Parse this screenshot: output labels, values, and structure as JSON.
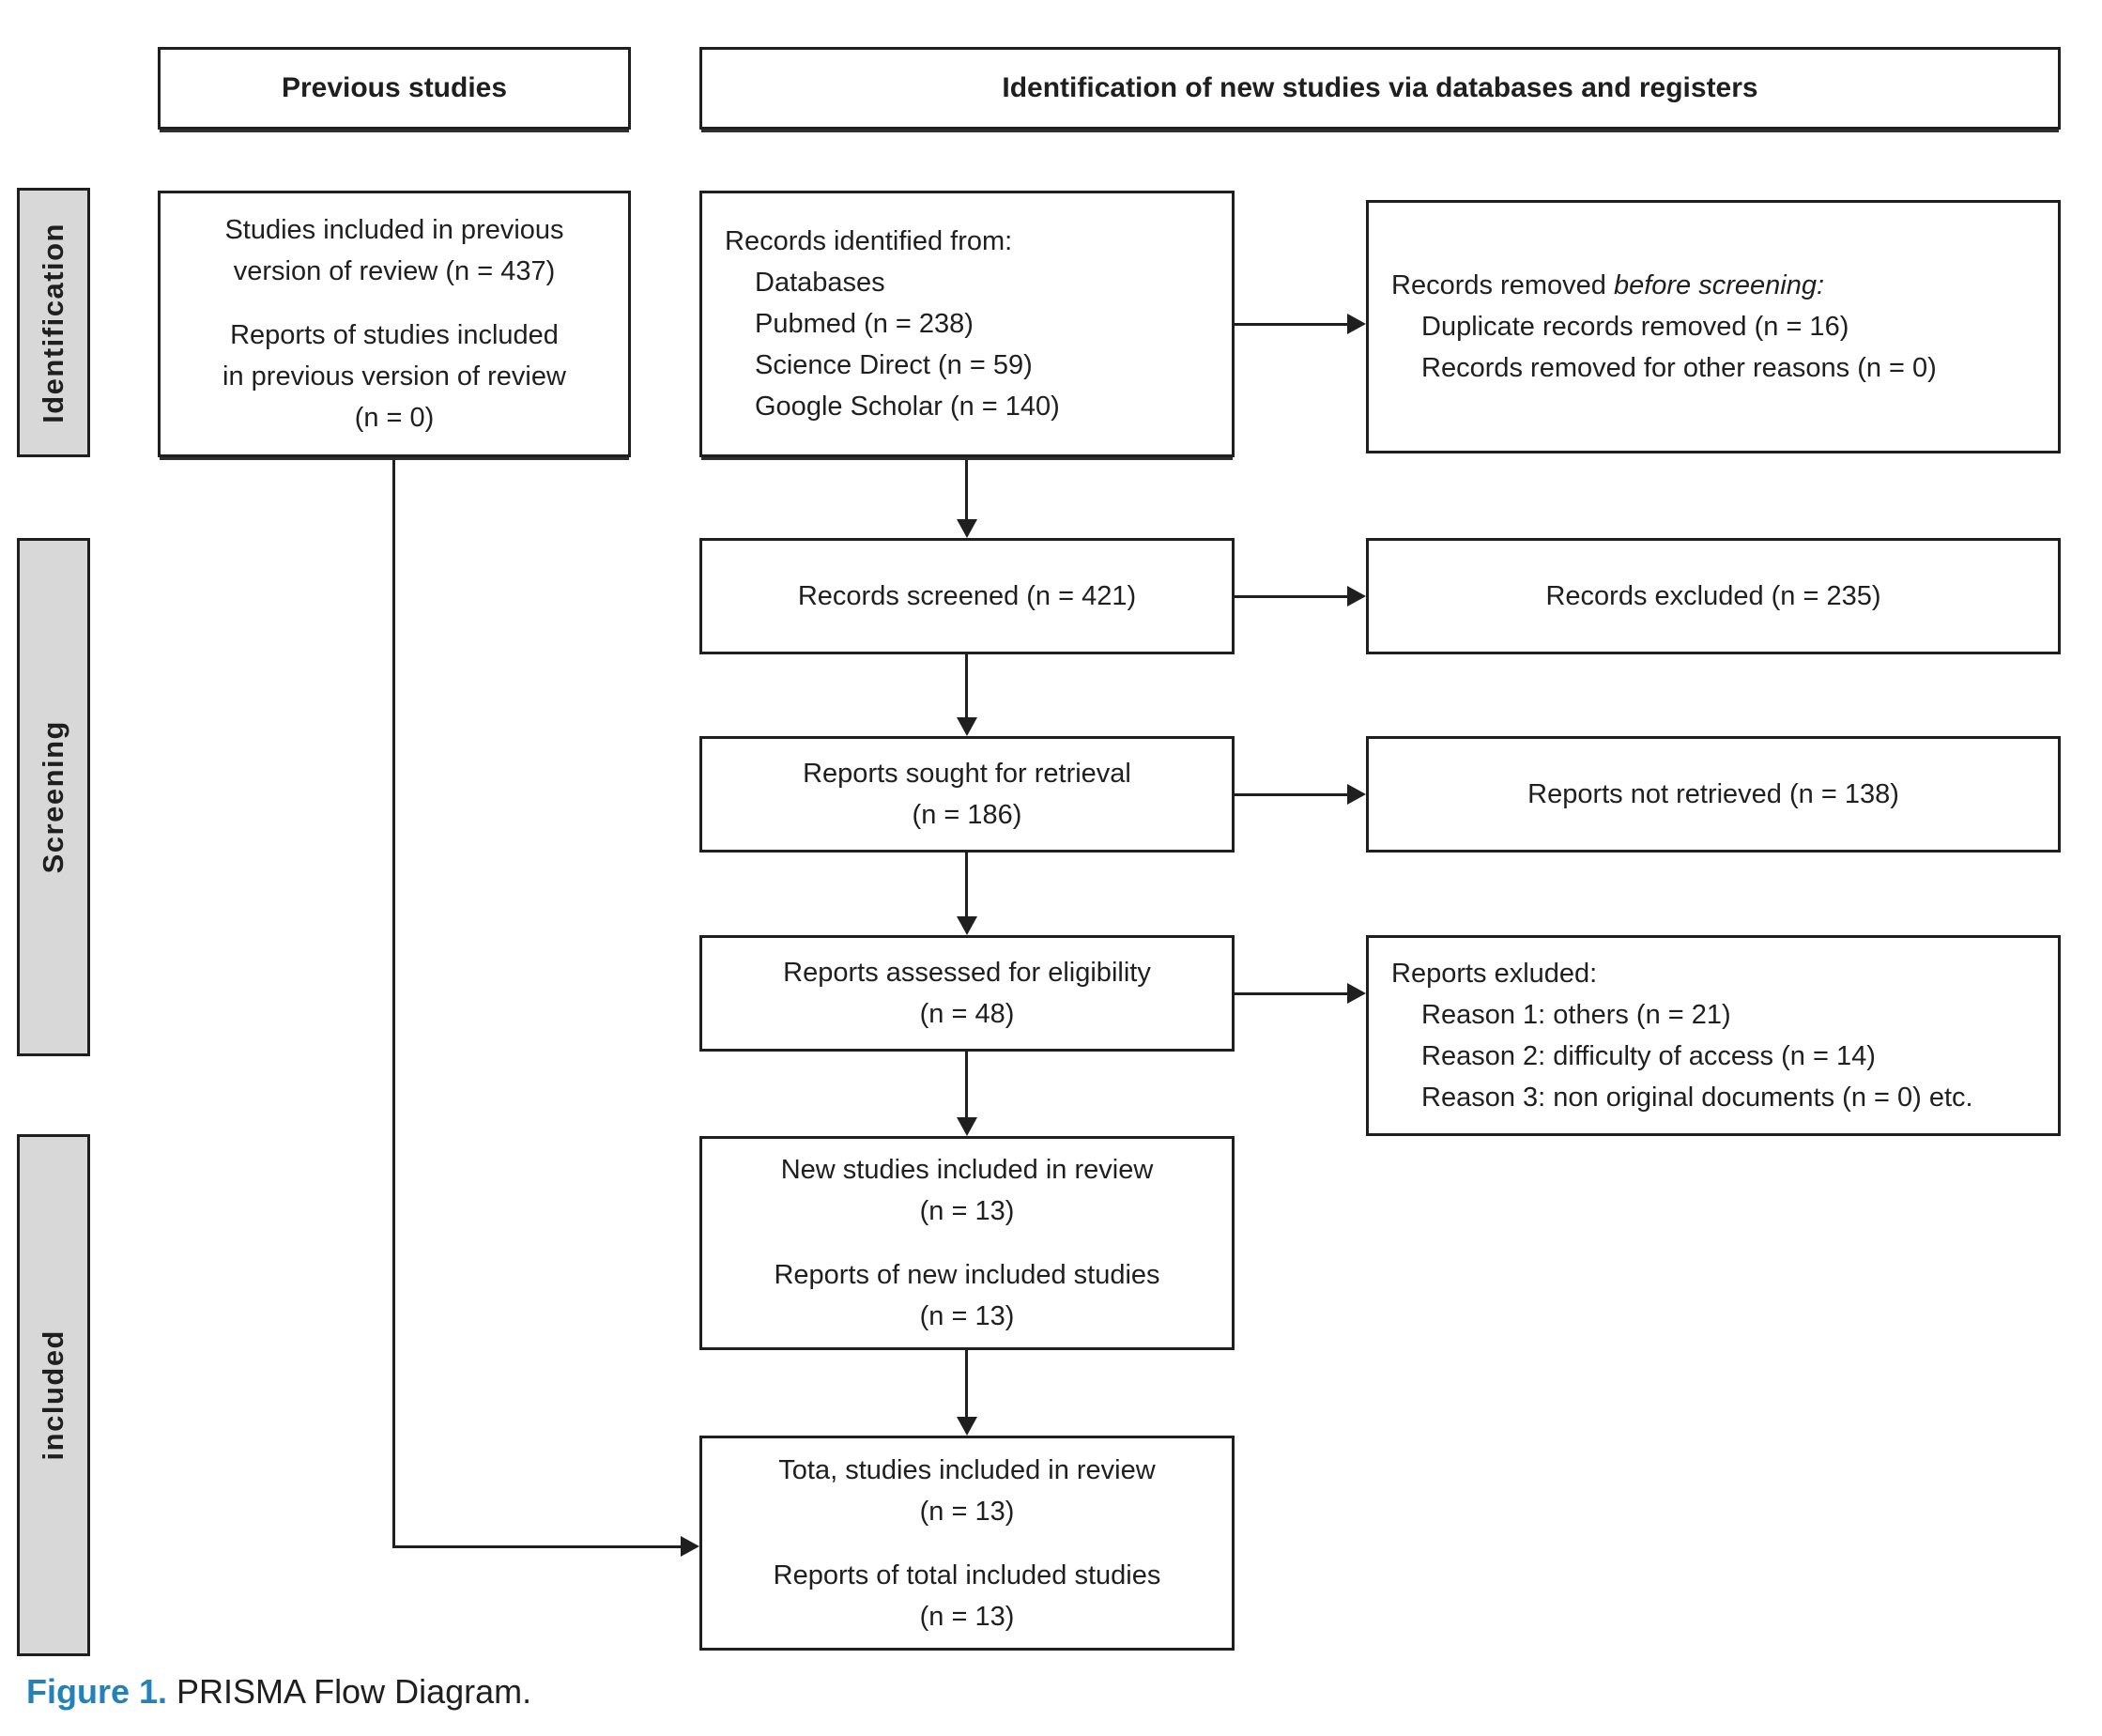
{
  "headers": {
    "previous": "Previous studies",
    "new_studies": "Identification of new studies via databases and registers"
  },
  "sidebar": {
    "identification": "Identification",
    "screening": "Screening",
    "included": "included"
  },
  "boxes": {
    "previous_studies": {
      "para1": [
        "Studies included in previous",
        "version of review (n = 437)"
      ],
      "para2": [
        "Reports of studies included",
        "in previous version of review",
        "(n = 0)"
      ]
    },
    "records_identified": {
      "title": "Records identified from:",
      "items": [
        "Databases",
        "Pubmed (n = 238)",
        "Science Direct (n = 59)",
        "Google Scholar (n = 140)"
      ]
    },
    "records_removed": {
      "title_regular": "Records removed ",
      "title_italic": "before screening:",
      "items": [
        "Duplicate records removed (n = 16)",
        "Records removed for other reasons (n = 0)"
      ]
    },
    "records_screened": {
      "text": "Records screened (n = 421)"
    },
    "records_excluded": {
      "text": "Records excluded (n = 235)"
    },
    "reports_sought": {
      "lines": [
        "Reports sought for retrieval",
        "(n = 186)"
      ]
    },
    "reports_not_retrieved": {
      "text": "Reports not retrieved (n = 138)"
    },
    "reports_assessed": {
      "lines": [
        "Reports assessed for eligibility",
        "(n = 48)"
      ]
    },
    "reports_excluded": {
      "title": "Reports exluded:",
      "items": [
        "Reason 1: others (n = 21)",
        "Reason 2: difficulty of access (n = 14)",
        "Reason 3: non original documents (n = 0) etc."
      ]
    },
    "new_studies_included": {
      "para1": [
        "New studies included in review",
        "(n = 13)"
      ],
      "para2": [
        "Reports of new included studies",
        "(n = 13)"
      ]
    },
    "total_studies_included": {
      "para1": [
        "Tota, studies included in review",
        "(n = 13)"
      ],
      "para2": [
        "Reports of total included studies",
        "(n = 13)"
      ]
    }
  },
  "caption": {
    "label": "Figure 1.",
    "text": " PRISMA Flow Diagram."
  },
  "colors": {
    "caption_accent": "#2482b8",
    "sidebar_fill": "#d8d8d8",
    "line": "#1f1f1f"
  }
}
